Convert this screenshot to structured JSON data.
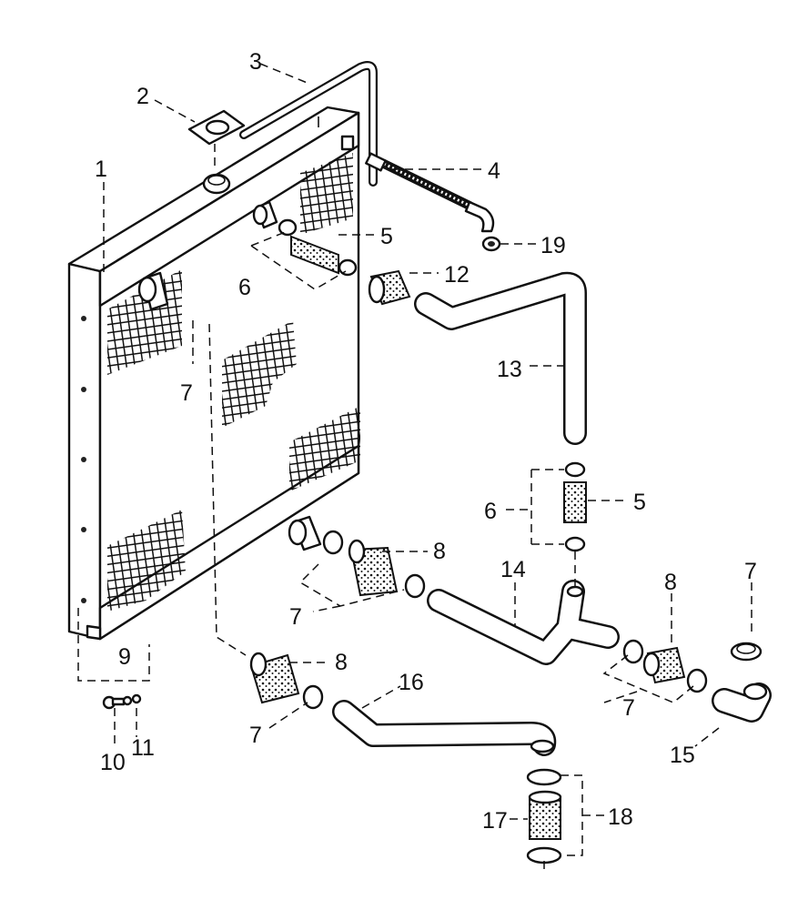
{
  "diagram": {
    "callouts": {
      "c1": "1",
      "c2": "2",
      "c3": "3",
      "c4": "4",
      "c5a": "5",
      "c5b": "5",
      "c6a": "6",
      "c6b": "6",
      "c7a": "7",
      "c7b": "7",
      "c7c": "7",
      "c7d": "7",
      "c7e": "7",
      "c8a": "8",
      "c8b": "8",
      "c8c": "8",
      "c9": "9",
      "c10": "10",
      "c11": "11",
      "c12": "12",
      "c13": "13",
      "c14": "14",
      "c15": "15",
      "c16": "16",
      "c17": "17",
      "c18": "18",
      "c19": "19"
    }
  }
}
